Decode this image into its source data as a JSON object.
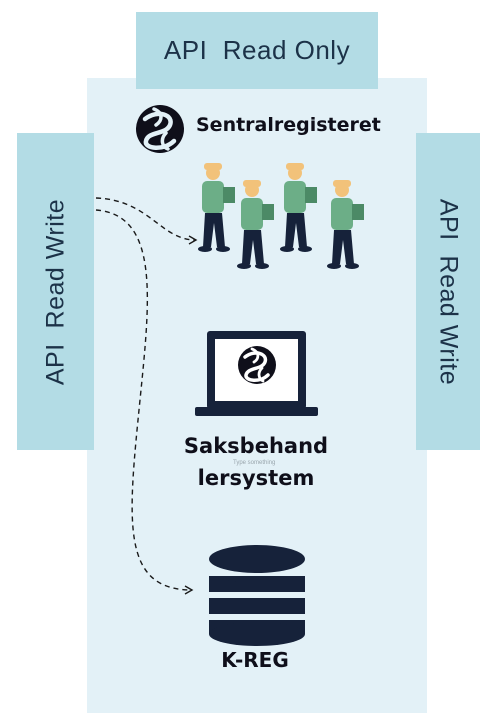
{
  "top_tab": {
    "label": "API  Read Only"
  },
  "left_tab": {
    "label": "API  Read Write"
  },
  "right_tab": {
    "label": "API  Read Write"
  },
  "brand": {
    "name": "Sentralregisteret"
  },
  "system": {
    "line1": "Saksbehand",
    "line2": "lersystem",
    "placeholder": "Type something"
  },
  "database": {
    "label": "K-REG"
  },
  "colors": {
    "panel": "#e3f1f7",
    "tab": "#b3dce5",
    "tab_text": "#1c3248",
    "icon_dark": "#16223a",
    "worker_shirt": "#6cae87",
    "worker_skin": "#f2c27a"
  },
  "icons": [
    "brand-logo-icon",
    "workers-icon",
    "laptop-icon",
    "database-icon"
  ]
}
